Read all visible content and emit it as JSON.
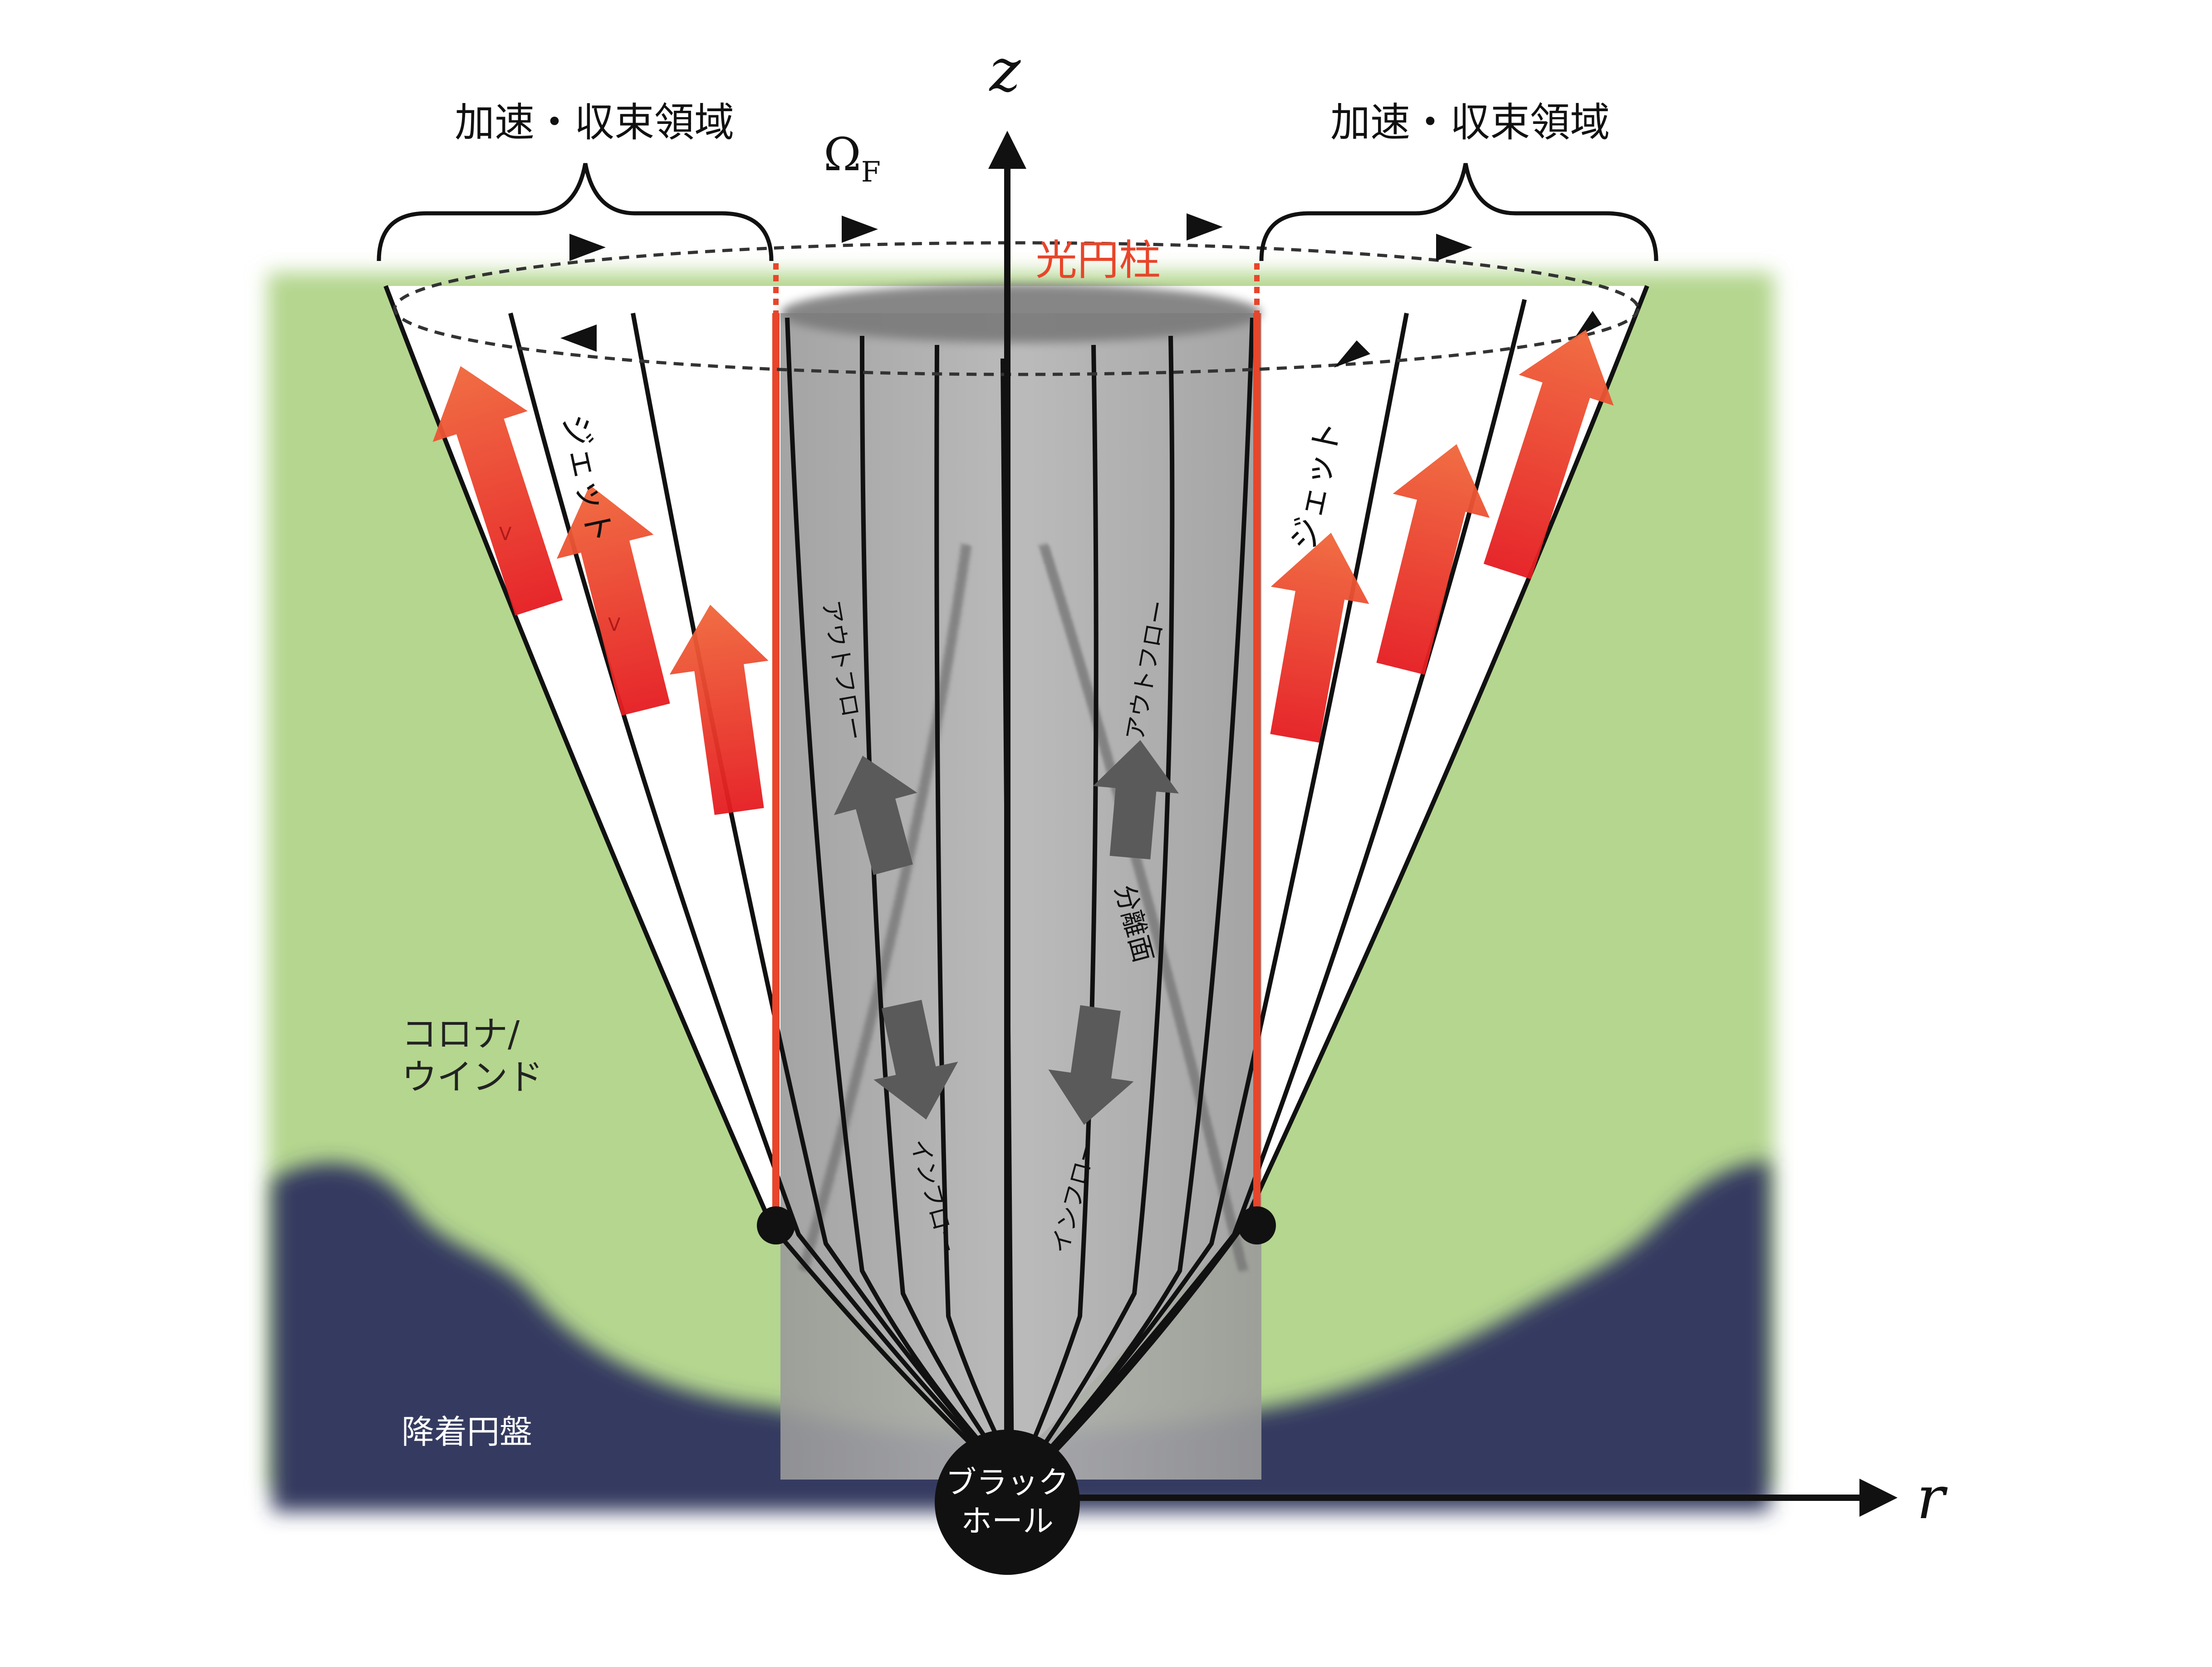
{
  "axes": {
    "z_label": "z",
    "r_label": "r"
  },
  "labels": {
    "accel_left": "加速・収束領域",
    "accel_right": "加速・収束領域",
    "omega": "Ω",
    "omega_sub": "F",
    "light_cylinder": "光円柱",
    "jet_left": "ジェット",
    "jet_right": "ジェット",
    "outflow_left": "アウトフロー",
    "outflow_right": "アウトフロー",
    "inflow_left": "インフロー",
    "inflow_right": "インフロー",
    "separation": "分離面",
    "corona_line1": "コロナ/",
    "corona_line2": "ウインド",
    "disk": "降着円盤",
    "bh_line1": "ブラック",
    "bh_line2": "ホール",
    "small_v1": "V",
    "small_v2": "V"
  },
  "colors": {
    "corona_green": "#b4d68e",
    "disk_navy": "#343b60",
    "light_cylinder_red": "#e8452a",
    "cylinder_gray": "#a6a6a6",
    "jet_arrow_top": "#f0663a",
    "jet_arrow_bottom": "#e51b20",
    "flow_arrow_gray": "#5a5a5a",
    "line_black": "#111111"
  }
}
